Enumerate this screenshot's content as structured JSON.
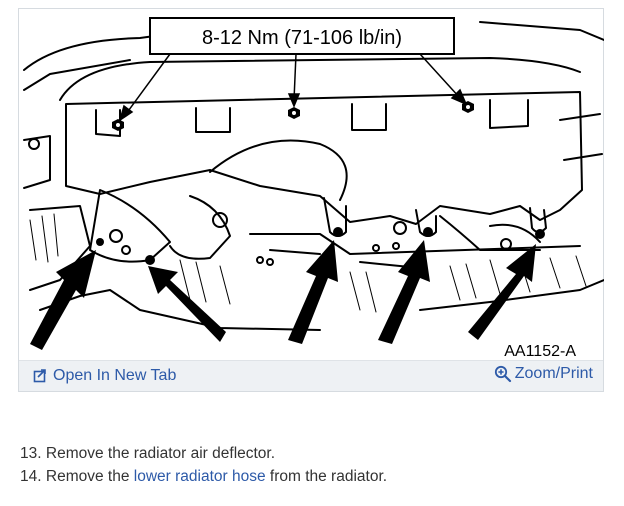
{
  "figure": {
    "torque_callout": "8-12 Nm (71-106 lb/in)",
    "figure_id": "AA1152-A",
    "open_new_tab": "Open In New Tab",
    "zoom_print": "Zoom/Print"
  },
  "steps": [
    {
      "number": "13.",
      "text": "Remove the radiator air deflector."
    },
    {
      "number": "14.",
      "pre": "Remove the ",
      "link": "lower radiator hose",
      "post": " from the radiator."
    }
  ],
  "colors": {
    "link": "#2d5aa8",
    "text": "#333333",
    "bar": "#eef1f4"
  }
}
